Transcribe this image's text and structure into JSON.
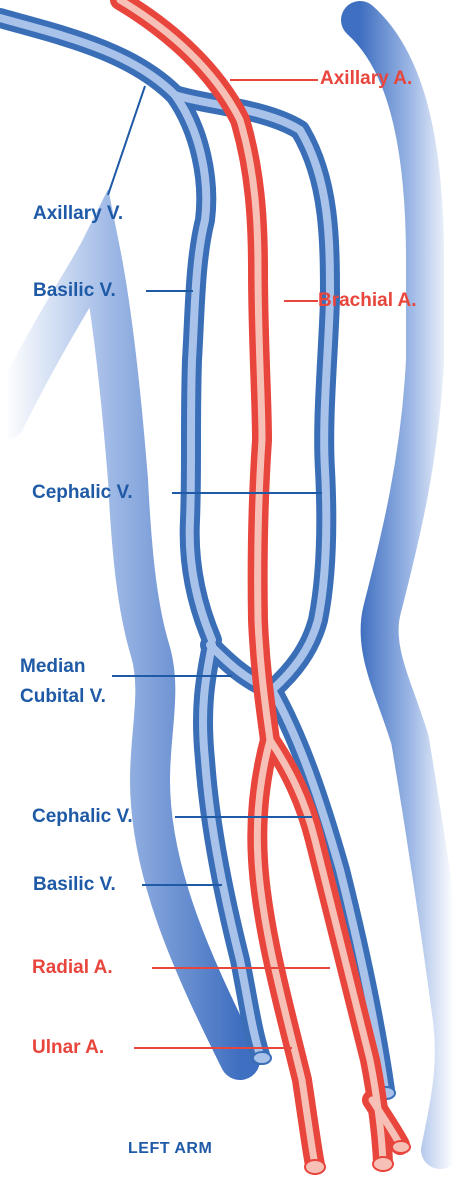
{
  "colors": {
    "vein": "#3a6fb8",
    "vein_light": "#a9c2ea",
    "artery": "#e8453c",
    "artery_light": "#f7c0b6",
    "label_vein": "#1f5aa6",
    "label_artery": "#e8453c"
  },
  "labels": {
    "axillary_artery": "Axillary A.",
    "axillary_vein": "Axillary V.",
    "basilic_vein_upper": "Basilic V.",
    "brachial_artery": "Brachial A.",
    "cephalic_vein_upper": "Cephalic V.",
    "median_cubital_vein_line1": "Median",
    "median_cubital_vein_line2": "Cubital V.",
    "cephalic_vein_lower": "Cephalic V.",
    "basilic_vein_lower": "Basilic V.",
    "radial_artery": "Radial A.",
    "ulnar_artery": "Ulnar A."
  },
  "caption": "LEFT ARM"
}
